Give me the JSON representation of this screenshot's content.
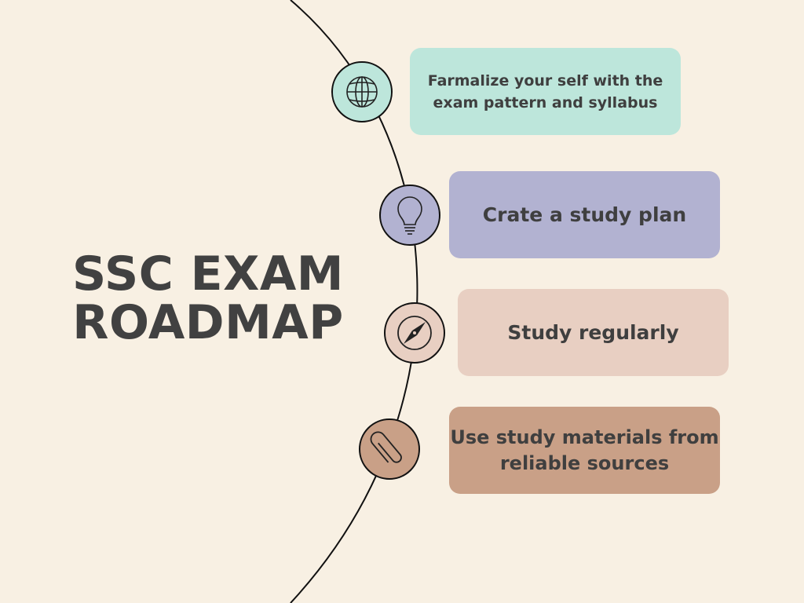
{
  "title": {
    "line1": "SSC EXAM",
    "line2": "ROADMAP"
  },
  "colors": {
    "background": "#f8f0e3",
    "text": "#414141",
    "step1": "#bde6db",
    "step2": "#b2b2d1",
    "step3": "#e8cfc2",
    "step4": "#c9a087"
  },
  "steps": [
    {
      "text": "Farmalize your self with the exam pattern and syllabus",
      "icon": "globe-icon",
      "color": "#bde6db"
    },
    {
      "text": "Crate a study plan",
      "icon": "lightbulb-icon",
      "color": "#b2b2d1"
    },
    {
      "text": "Study regularly",
      "icon": "compass-icon",
      "color": "#e8cfc2"
    },
    {
      "text": "Use study materials from reliable sources",
      "icon": "paperclip-icon",
      "color": "#c9a087"
    }
  ]
}
